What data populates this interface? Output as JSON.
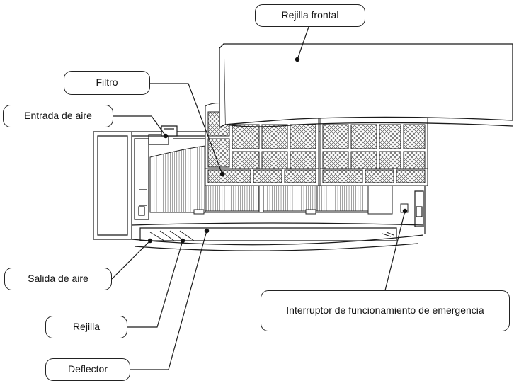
{
  "labels": {
    "front_grille": "Rejilla frontal",
    "filter": "Filtro",
    "air_inlet": "Entrada de aire",
    "air_outlet": "Salida de aire",
    "grille": "Rejilla",
    "deflector": "Deflector",
    "emergency_switch": "Interruptor de funcionamiento de emergencia"
  },
  "colors": {
    "line": "#1a1a1a",
    "background": "#ffffff",
    "mesh": "#555555"
  }
}
